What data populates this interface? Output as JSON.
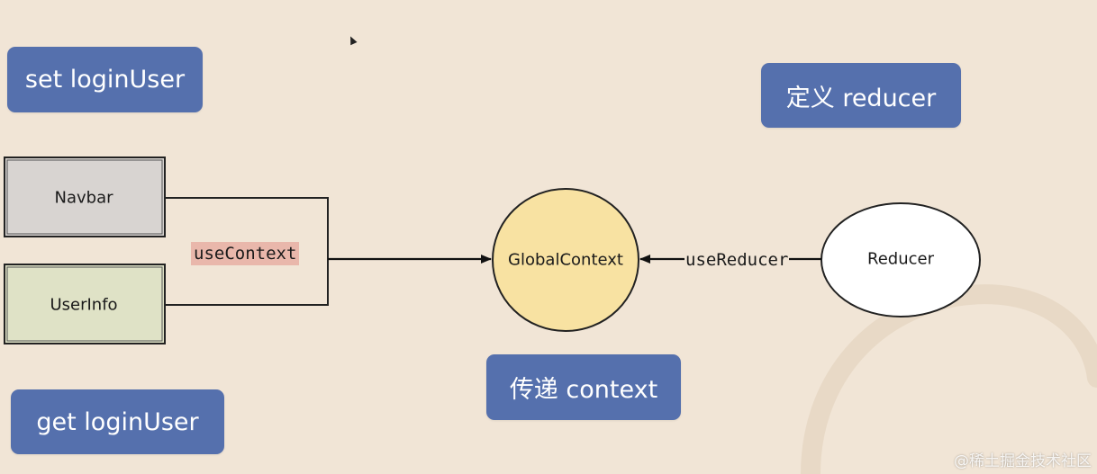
{
  "nodes": {
    "navbar": "Navbar",
    "userinfo": "UserInfo",
    "global_context": "GlobalContext",
    "reducer": "Reducer"
  },
  "edges": {
    "use_context": "useContext",
    "use_reducer": "useReducer"
  },
  "tags": {
    "set_login_user": "set loginUser",
    "define_reducer": "定义 reducer",
    "pass_context": "传递 context",
    "get_login_user": "get loginUser"
  },
  "watermark": "@稀土掘金技术社区",
  "colors": {
    "background": "#f1e5d6",
    "tag": "#5570ad",
    "navbar_fill": "#d8d4d1",
    "userinfo_fill": "#dfe2c6",
    "global_context_fill": "#f8e2a2",
    "reducer_fill": "#ffffff",
    "use_context_highlight": "#e9b7ab"
  }
}
